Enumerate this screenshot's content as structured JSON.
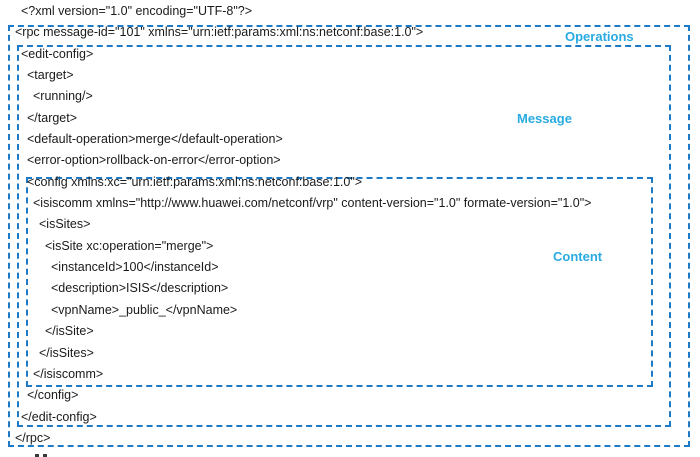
{
  "figure": {
    "description_labels": {
      "operations": "Operations",
      "message": "Message",
      "content": "Content"
    },
    "code": {
      "lines": [
        {
          "text": "<?xml version=\"1.0\" encoding=\"UTF-8\"?>",
          "depth": 1
        },
        {
          "text": "<rpc message-id=\"101\" xmlns=\"urn:ietf:params:xml:ns:netconf:base:1.0\">",
          "depth": 0
        },
        {
          "text": "<edit-config>",
          "depth": 1
        },
        {
          "text": "<target>",
          "depth": 2
        },
        {
          "text": "<running/>",
          "depth": 3
        },
        {
          "text": "</target>",
          "depth": 2
        },
        {
          "text": "<default-operation>merge</default-operation>",
          "depth": 2
        },
        {
          "text": "<error-option>rollback-on-error</error-option>",
          "depth": 2
        },
        {
          "text": "<config xmlns:xc=\"urn:ietf:params:xml:ns:netconf:base:1.0\">",
          "depth": 2
        },
        {
          "text": "<isiscomm xmlns=\"http://www.huawei.com/netconf/vrp\" content-version=\"1.0\" formate-version=\"1.0\">",
          "depth": 3
        },
        {
          "text": "<isSites>",
          "depth": 4
        },
        {
          "text": "<isSite xc:operation=\"merge\">",
          "depth": 5
        },
        {
          "text": "<instanceId>100</instanceId>",
          "depth": 6
        },
        {
          "text": "<description>ISIS</description>",
          "depth": 6
        },
        {
          "text": "<vpnName>_public_</vpnName>",
          "depth": 6
        },
        {
          "text": "</isSite>",
          "depth": 5
        },
        {
          "text": "</isSites>",
          "depth": 4
        },
        {
          "text": "</isiscomm>",
          "depth": 3
        },
        {
          "text": "</config>",
          "depth": 2
        },
        {
          "text": "</edit-config>",
          "depth": 1
        },
        {
          "text": "</rpc>",
          "depth": 0
        }
      ]
    },
    "colors": {
      "box_border": "#1e7ac4",
      "zone_label": "#29abe2",
      "code_text": "#1a1a1a",
      "background": "#ffffff"
    }
  }
}
